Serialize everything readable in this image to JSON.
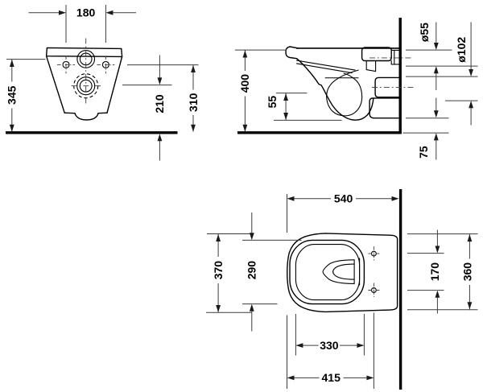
{
  "dimensions": {
    "front": {
      "mount_width": "180",
      "height": "345",
      "outlet_height": "210",
      "mount_height": "310"
    },
    "side": {
      "height": "400",
      "sump_depth": "55",
      "flush_diameter": "ø55",
      "outlet_diameter": "ø102",
      "floor_clearance": "75"
    },
    "top": {
      "depth": "540",
      "width": "370",
      "bowl_inner_width": "290",
      "seat_hole_spacing": "170",
      "rear_width": "360",
      "bowl_inner_length": "330",
      "seat_hole_distance": "415"
    }
  },
  "colors": {
    "object_line": "#000000",
    "dimension_line": "#3c3c3c",
    "background": "#ffffff"
  }
}
